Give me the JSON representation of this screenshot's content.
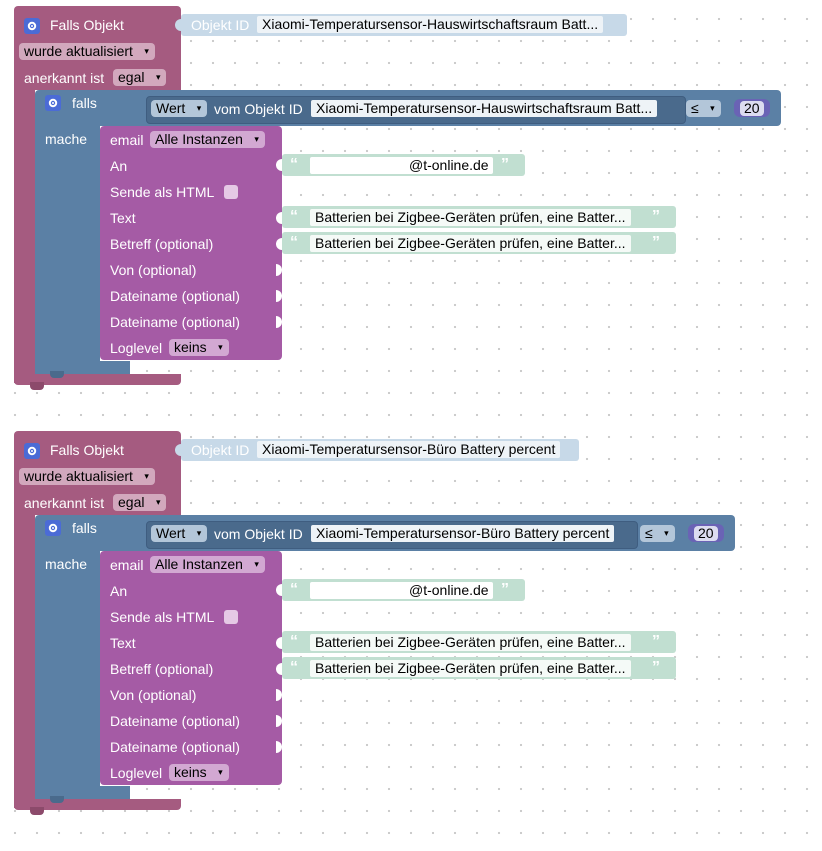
{
  "blocks": [
    {
      "trigger_label": "Falls Objekt",
      "object_id_label": "Objekt ID",
      "object_id_value": "Xiaomi-Temperatursensor-Hauswirtschaftsraum Batt...",
      "update_mode": "wurde aktualisiert",
      "ack_label": "anerkannt ist",
      "ack_value": "egal",
      "if_label": "falls",
      "do_label": "mache",
      "cond_prop": "Wert",
      "cond_from_label": "vom Objekt ID",
      "cond_object_value": "Xiaomi-Temperatursensor-Hauswirtschaftsraum Batt...",
      "cond_operator": "≤",
      "cond_number": "20",
      "email_label": "email",
      "email_instance": "Alle Instanzen",
      "to_label": "An",
      "to_value": "@t-online.de",
      "html_label": "Sende als HTML",
      "text_label": "Text",
      "text_value": "Batterien bei Zigbee-Geräten prüfen, eine Batter...",
      "subject_label": "Betreff (optional)",
      "subject_value": "Batterien bei Zigbee-Geräten prüfen, eine Batter...",
      "from_label": "Von (optional)",
      "file1_label": "Dateiname (optional)",
      "file2_label": "Dateiname (optional)",
      "loglevel_label": "Loglevel",
      "loglevel_value": "keins"
    },
    {
      "trigger_label": "Falls Objekt",
      "object_id_label": "Objekt ID",
      "object_id_value": "Xiaomi-Temperatursensor-Büro Battery percent",
      "update_mode": "wurde aktualisiert",
      "ack_label": "anerkannt ist",
      "ack_value": "egal",
      "if_label": "falls",
      "do_label": "mache",
      "cond_prop": "Wert",
      "cond_from_label": "vom Objekt ID",
      "cond_object_value": "Xiaomi-Temperatursensor-Büro Battery percent",
      "cond_operator": "≤",
      "cond_number": "20",
      "email_label": "email",
      "email_instance": "Alle Instanzen",
      "to_label": "An",
      "to_value": "@t-online.de",
      "html_label": "Sende als HTML",
      "text_label": "Text",
      "text_value": "Batterien bei Zigbee-Geräten prüfen, eine Batter...",
      "subject_label": "Betreff (optional)",
      "subject_value": "Batterien bei Zigbee-Geräten prüfen, eine Batter...",
      "from_label": "Von (optional)",
      "file1_label": "Dateiname (optional)",
      "file2_label": "Dateiname (optional)",
      "loglevel_label": "Loglevel",
      "loglevel_value": "keins"
    }
  ],
  "icons": {
    "settings": "gear-icon",
    "quote_open": "quote-open-icon",
    "quote_close": "quote-close-icon",
    "dropdown": "dropdown-arrow-icon"
  },
  "colors": {
    "trigger": "#a55b80",
    "control": "#5b80a5",
    "email": "#a55ba5",
    "text": "#c1dfd1",
    "number": "#6a63b5"
  }
}
